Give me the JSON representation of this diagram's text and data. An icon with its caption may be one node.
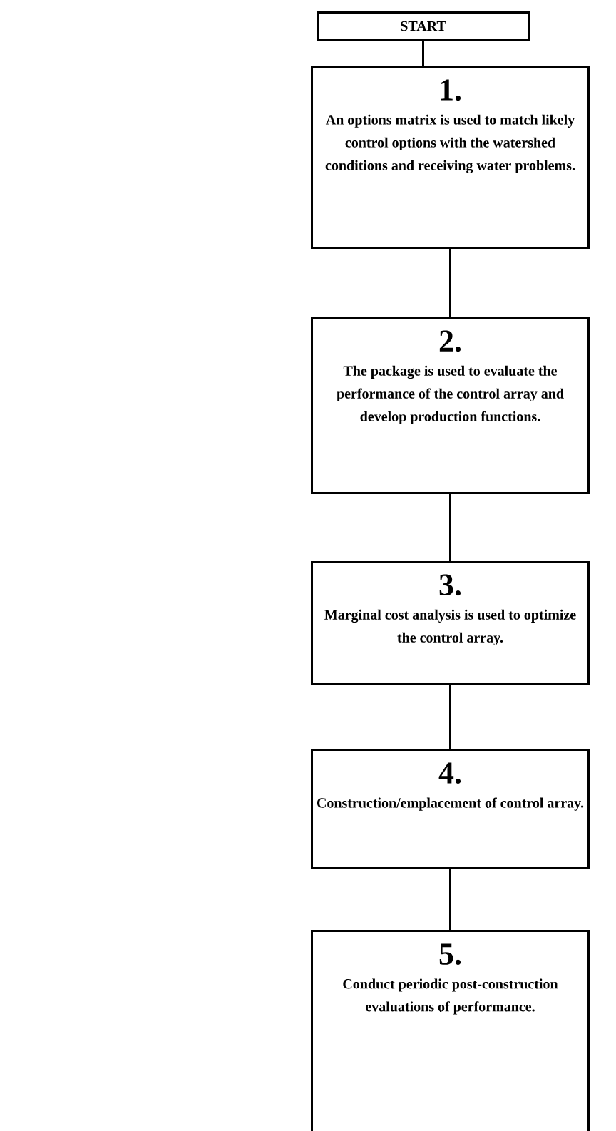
{
  "diagram": {
    "nodes": [
      {
        "text": [
          "START"
        ]
      },
      {
        "text": [
          "1.",
          "An options matrix is used to match likely control options with the watershed conditions and receiving water problems."
        ]
      },
      {
        "text": [
          "2.",
          "The package is used to evaluate the performance of the control array and develop production functions."
        ]
      },
      {
        "text": [
          "3.",
          "Marginal cost analysis is used to optimize the control array."
        ]
      },
      {
        "text": [
          "4.",
          "Construction/emplacement of control array."
        ]
      },
      {
        "text": [
          "5.",
          "Conduct periodic post-construction evaluations of performance."
        ]
      }
    ],
    "edges": [
      {
        "from": 0,
        "to": 1,
        "arrow": "none"
      },
      {
        "from": 1,
        "to": 2,
        "arrow": "none"
      },
      {
        "from": 2,
        "to": 3,
        "arrow": "none"
      },
      {
        "from": 3,
        "to": 4,
        "arrow": "none"
      },
      {
        "from": 4,
        "to": 5,
        "arrow": "none"
      }
    ]
  }
}
